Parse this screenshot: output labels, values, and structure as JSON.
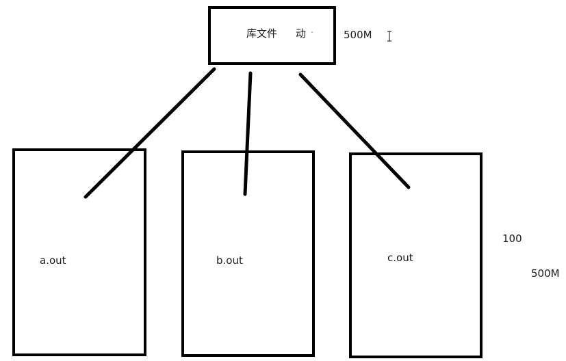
{
  "shared_library": {
    "label": "库文件",
    "label_suffix": "动",
    "size": "500M"
  },
  "executables": [
    {
      "name": "a.out"
    },
    {
      "name": "b.out"
    },
    {
      "name": "c.out"
    }
  ],
  "side_notes": {
    "count": "100",
    "size": "500M"
  },
  "colors": {
    "stroke": "#000000",
    "text": "#1a1a1a",
    "background": "#ffffff"
  }
}
